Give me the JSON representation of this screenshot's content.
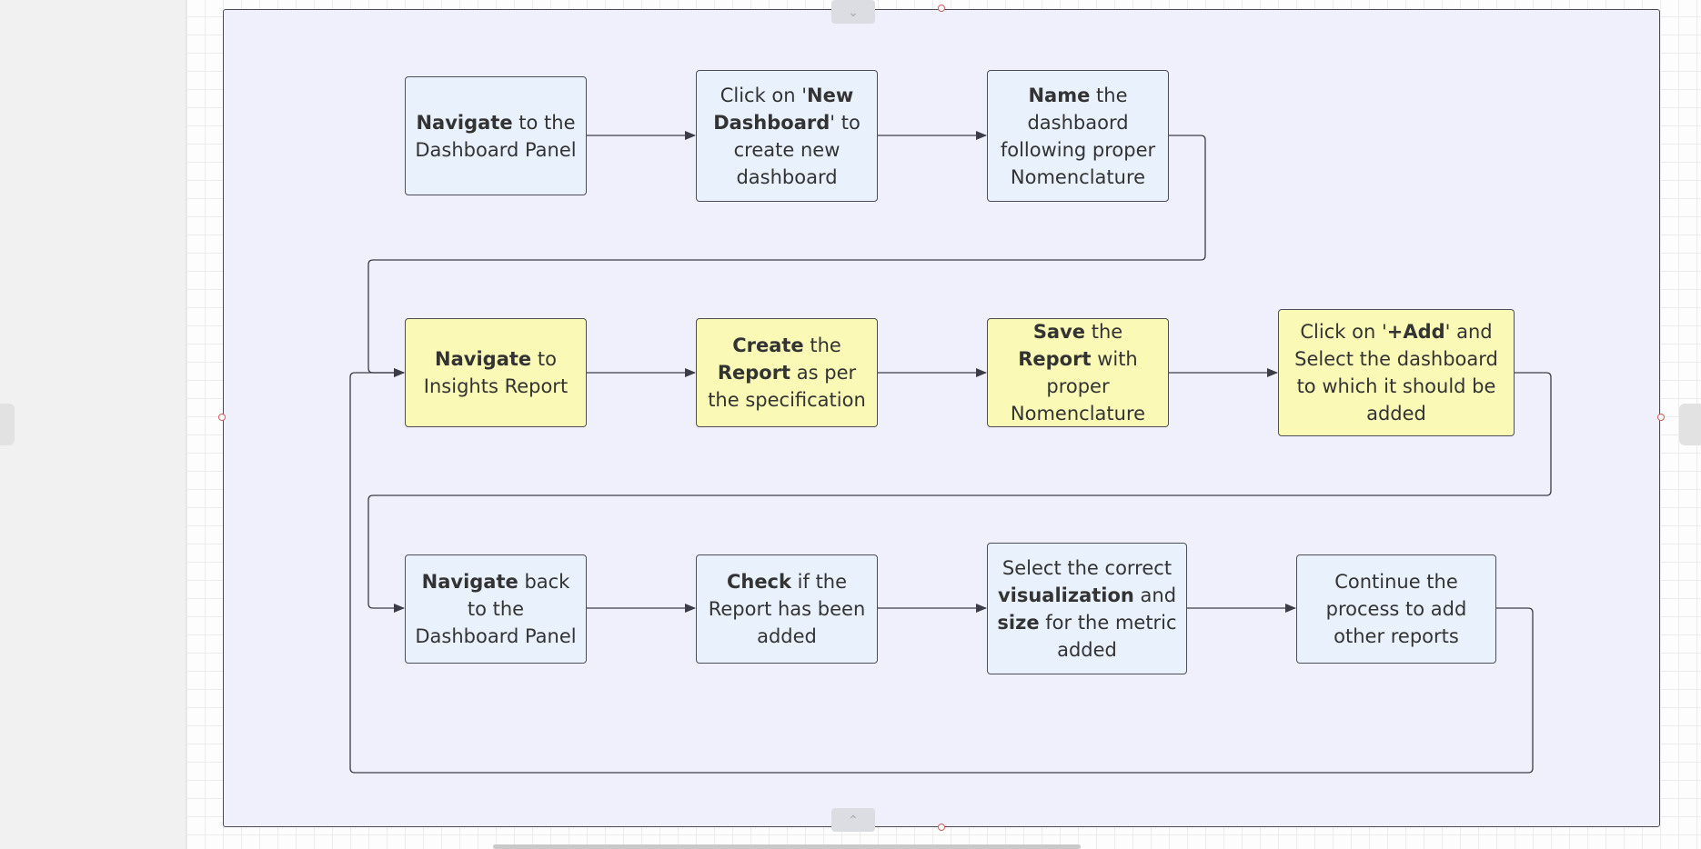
{
  "nodes": [
    {
      "id": "n1",
      "parts": [
        {
          "text": "Navigate",
          "bold": true
        },
        {
          "text": " to the Dashboard Panel",
          "bold": false
        }
      ]
    },
    {
      "id": "n2",
      "parts": [
        {
          "text": "Click on '",
          "bold": false
        },
        {
          "text": "New Dashboard",
          "bold": true
        },
        {
          "text": "' to create new dashboard",
          "bold": false
        }
      ]
    },
    {
      "id": "n3",
      "parts": [
        {
          "text": "Name",
          "bold": true
        },
        {
          "text": " the dashbaord following proper Nomenclature",
          "bold": false
        }
      ]
    },
    {
      "id": "n4",
      "parts": [
        {
          "text": "Navigate",
          "bold": true
        },
        {
          "text": " to Insights Report",
          "bold": false
        }
      ]
    },
    {
      "id": "n5",
      "parts": [
        {
          "text": "Create",
          "bold": true
        },
        {
          "text": " the ",
          "bold": false
        },
        {
          "text": "Report",
          "bold": true
        },
        {
          "text": " as per the specification",
          "bold": false
        }
      ]
    },
    {
      "id": "n6",
      "parts": [
        {
          "text": "Save",
          "bold": true
        },
        {
          "text": " the ",
          "bold": false
        },
        {
          "text": "Report",
          "bold": true
        },
        {
          "text": " with proper Nomenclature",
          "bold": false
        }
      ]
    },
    {
      "id": "n7",
      "parts": [
        {
          "text": "Click on '",
          "bold": false
        },
        {
          "text": "+Add",
          "bold": true
        },
        {
          "text": "' and Select the dashboard to which it should be added",
          "bold": false
        }
      ]
    },
    {
      "id": "n8",
      "parts": [
        {
          "text": "Navigate",
          "bold": true
        },
        {
          "text": " back to the Dashboard Panel",
          "bold": false
        }
      ]
    },
    {
      "id": "n9",
      "parts": [
        {
          "text": "Check",
          "bold": true
        },
        {
          "text": " if the Report has been added",
          "bold": false
        }
      ]
    },
    {
      "id": "n10",
      "parts": [
        {
          "text": "Select the correct ",
          "bold": false
        },
        {
          "text": "visualization",
          "bold": true
        },
        {
          "text": " and ",
          "bold": false
        },
        {
          "text": "size",
          "bold": true
        },
        {
          "text": " for the metric added",
          "bold": false
        }
      ]
    },
    {
      "id": "n11",
      "parts": [
        {
          "text": "Continue the process to add other reports",
          "bold": false
        }
      ]
    }
  ],
  "colors": {
    "step_blue": "#e9f1fd",
    "step_yellow": "#fafab6",
    "frame": "#eff0fc",
    "edge": "#3c3c48"
  },
  "icons": {
    "collapse_top": "chevron-down-icon",
    "collapse_bottom": "chevron-up-icon"
  }
}
